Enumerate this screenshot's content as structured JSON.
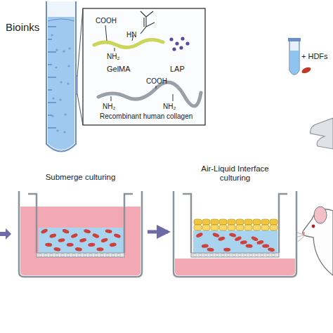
{
  "diagram": {
    "nodes": [
      {
        "text": [
          "Bioinks"
        ]
      },
      {
        "text": [
          "Submerge culturing"
        ]
      },
      {
        "text": [
          "Air-Liquid Interface culturing"
        ]
      }
    ],
    "edges": [
      {
        "from": 1,
        "to": 2,
        "arrow": "to"
      }
    ],
    "labels": [
      "COOH",
      "HN",
      "NH₂",
      "GelMA",
      "LAP",
      "COOH",
      "NH₂",
      "NH₂",
      "Recombinant human collagen",
      "+ HDFs"
    ]
  }
}
